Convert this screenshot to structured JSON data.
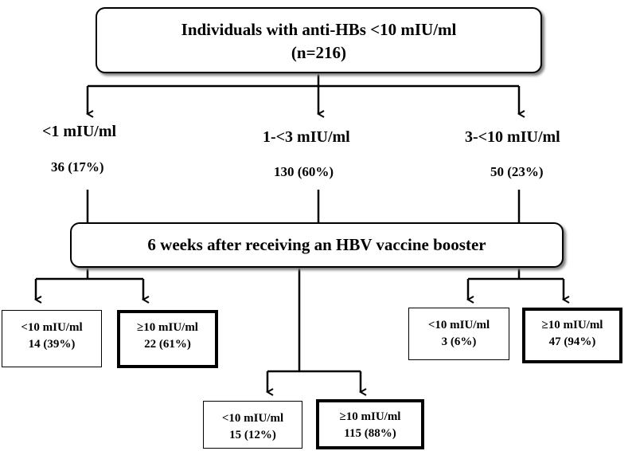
{
  "root": {
    "title": "Individuals with anti-HBs <10 mIU/ml",
    "count": "(n=216)"
  },
  "groups": [
    {
      "label": "<1 mIU/ml",
      "count": "36 (17%)"
    },
    {
      "label": "1-<3 mIU/ml",
      "count": "130 (60%)"
    },
    {
      "label": "3-<10 mIU/ml",
      "count": "50 (23%)"
    }
  ],
  "followup": {
    "title": "6 weeks after receiving an HBV vaccine booster"
  },
  "outcomes": [
    {
      "below_label": "<10 mIU/ml",
      "below_count": "14 (39%)",
      "above_label": "≥10 mIU/ml",
      "above_count": "22 (61%)"
    },
    {
      "below_label": "<10 mIU/ml",
      "below_count": "15 (12%)",
      "above_label": "≥10 mIU/ml",
      "above_count": "115 (88%)"
    },
    {
      "below_label": "<10 mIU/ml",
      "below_count": "3 (6%)",
      "above_label": "≥10 mIU/ml",
      "above_count": "47 (94%)"
    }
  ]
}
